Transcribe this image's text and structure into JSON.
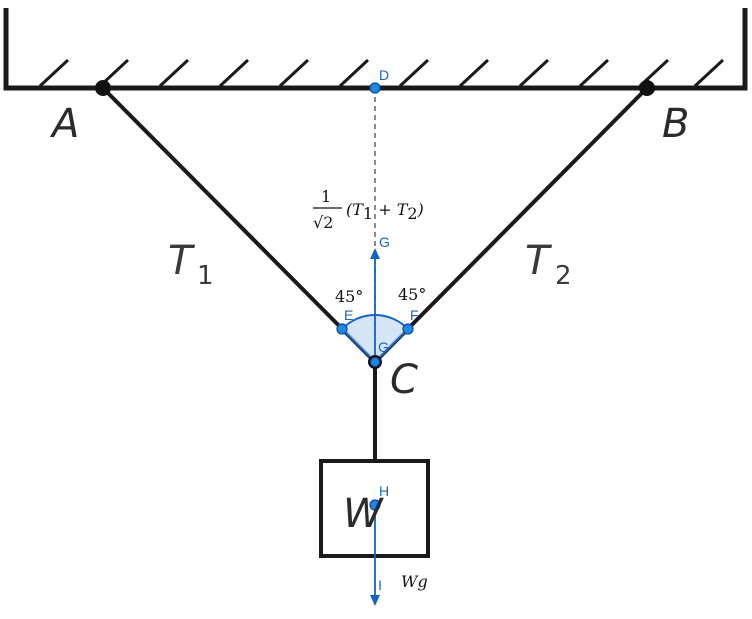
{
  "diagram": {
    "points": {
      "A": "A",
      "B": "B",
      "C": "C",
      "W": "W"
    },
    "tensions": {
      "t1_main": "T",
      "t1_sub": "1",
      "t2_main": "T",
      "t2_sub": "2"
    },
    "geogebra_points": {
      "D": "D",
      "E": "E",
      "F": "F",
      "G_top": "G",
      "G_center": "G",
      "H": "H",
      "I": "I"
    },
    "angles": {
      "left": "45°",
      "right": "45°"
    },
    "resultant_formula": {
      "numerator": "1",
      "denominator": "√2",
      "open": "(T",
      "sub1": "1",
      "plus": " + T",
      "sub2": "2",
      "close": ")"
    },
    "weight_force": "Wg",
    "colors": {
      "structure": "#1a1a1a",
      "geogebra_blue": "#1565c0",
      "point_fill": "#1e88e5",
      "sector_fill": "#cfe0f4"
    }
  }
}
